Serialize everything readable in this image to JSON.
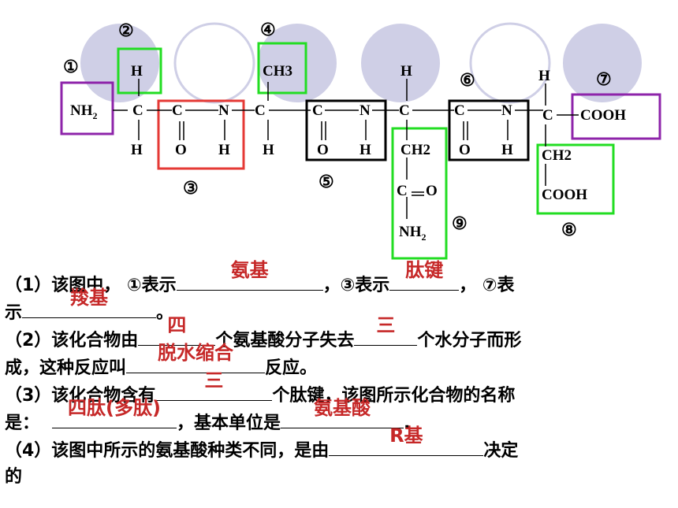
{
  "diagram": {
    "labels": {
      "l1": "①",
      "l2": "②",
      "l3": "③",
      "l4": "④",
      "l5": "⑤",
      "l6": "⑥",
      "l7": "⑦",
      "l8": "⑧",
      "l9": "⑨"
    },
    "atoms": {
      "nh2": "NH",
      "nh2_sub": "2",
      "c": "C",
      "h": "H",
      "n": "N",
      "o": "O",
      "ch3": "CH3",
      "ch2": "CH2",
      "cooh": "COOH",
      "side_nh": "NH",
      "side_nh_sub": "2"
    },
    "colors": {
      "purple": "#8e24aa",
      "green": "#22dd22",
      "red": "#e53935",
      "black": "#000000",
      "circle": "#cfcfe6",
      "answer": "#c62828"
    }
  },
  "questions": {
    "q1": {
      "part1": "（1）该图中， ①表示",
      "ans1": "氨基",
      "part2": "，③表示",
      "ans2": "肽键",
      "part3": "， ⑦表",
      "part4": "示",
      "ans3": "羧基",
      "part5": "。"
    },
    "q2": {
      "part1": "（2）该化合物由",
      "ans1": "四",
      "part2": "个氨基酸分子失去",
      "ans2": "三",
      "part3": "个水分子而形",
      "part4": "成，这种反应叫",
      "ans3": "脱水缩合",
      "part5": "反应。"
    },
    "q3": {
      "part1": "（3）该化合物含有",
      "ans1": "三",
      "part2": "个肽键，该图所示化合物的名称",
      "part3": "是：",
      "ans2": "四肽(多肽)",
      "part4": "，基本单位是",
      "ans3": "氨基酸",
      "part5": "."
    },
    "q4": {
      "part1": "（4）该图中所示的氨基酸种类不同，是由",
      "ans1": "R基",
      "part2": "决定",
      "part3": "的"
    }
  }
}
